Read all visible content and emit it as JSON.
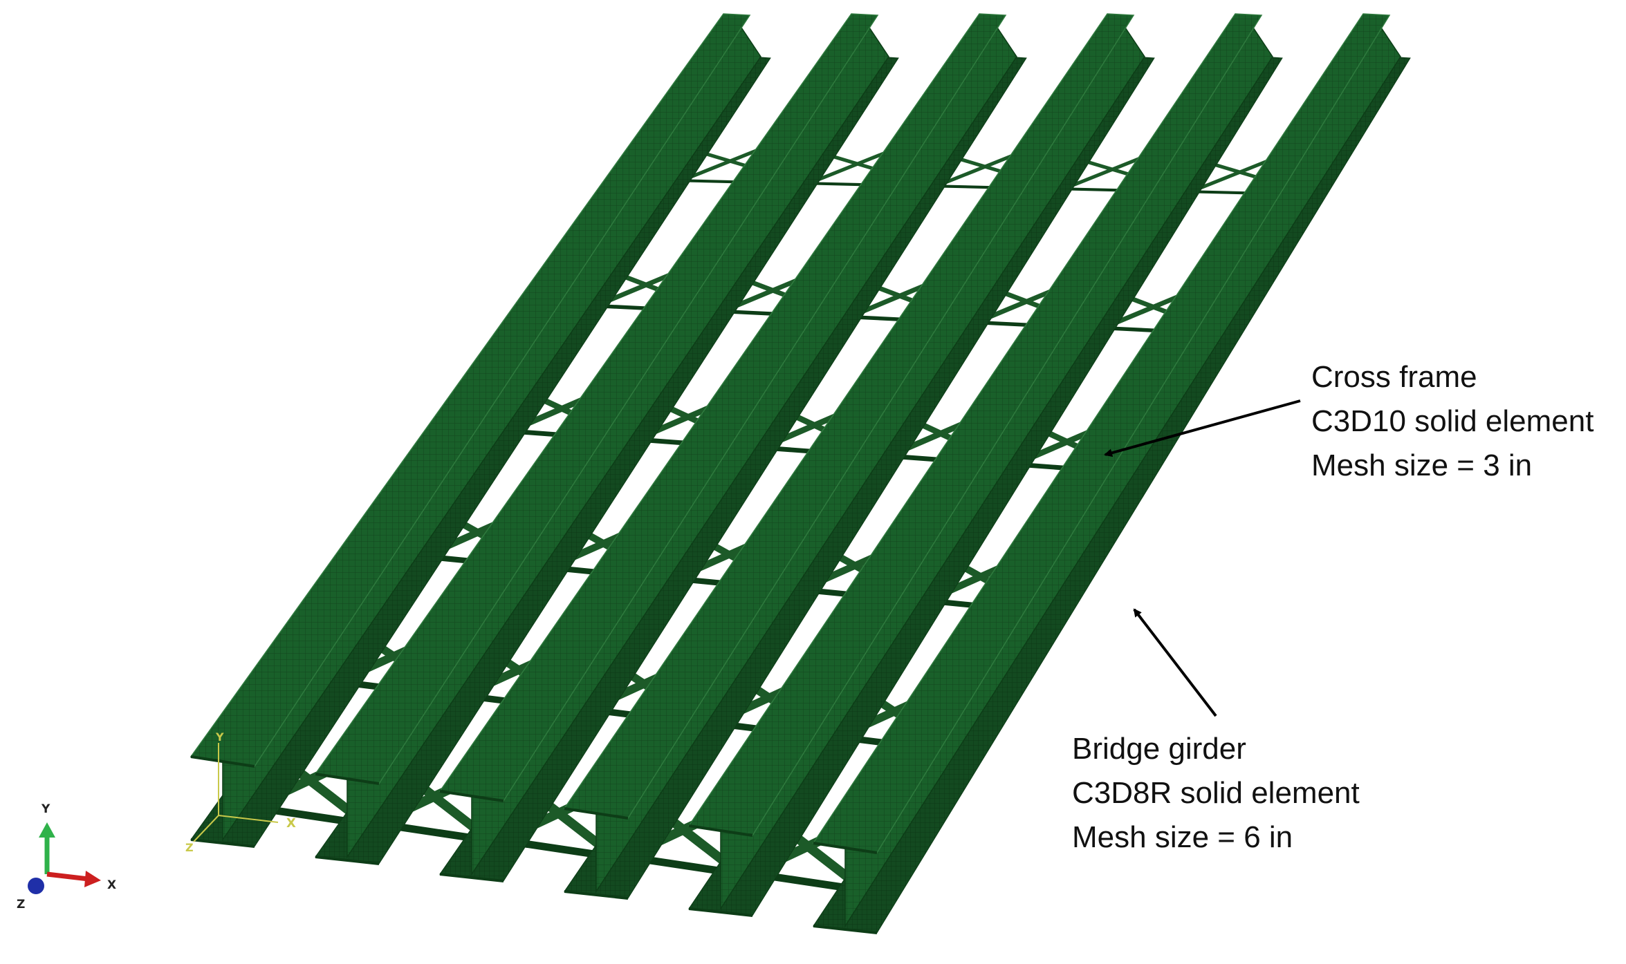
{
  "colors": {
    "girder_fill": "#19602a",
    "girder_dark": "#0d3d17",
    "girder_edge": "#2f7a3e",
    "cross_frame": "#1c5a28",
    "mesh_line": "#0b3112",
    "arrow": "#000000",
    "triad_y": "#2fb24a",
    "triad_x": "#cc1f1f",
    "triad_z": "#1f2fa8",
    "local_axis": "#c9c94a"
  },
  "annotations": {
    "cross_frame": {
      "lines": [
        "Cross frame",
        "C3D10 solid element",
        "Mesh size = 3 in"
      ]
    },
    "bridge_girder": {
      "lines": [
        "Bridge girder",
        "C3D8R solid element",
        "Mesh size = 6 in"
      ]
    }
  },
  "model": {
    "girder_count": 6
  },
  "global_triad": {
    "icon": "xyz-axis-triad-icon",
    "labels": {
      "x": "X",
      "y": "Y",
      "z": "Z"
    }
  },
  "local_axis": {
    "icon": "local-coordinate-axes-icon",
    "labels": {
      "x": "X",
      "y": "Y",
      "z": "Z"
    }
  }
}
